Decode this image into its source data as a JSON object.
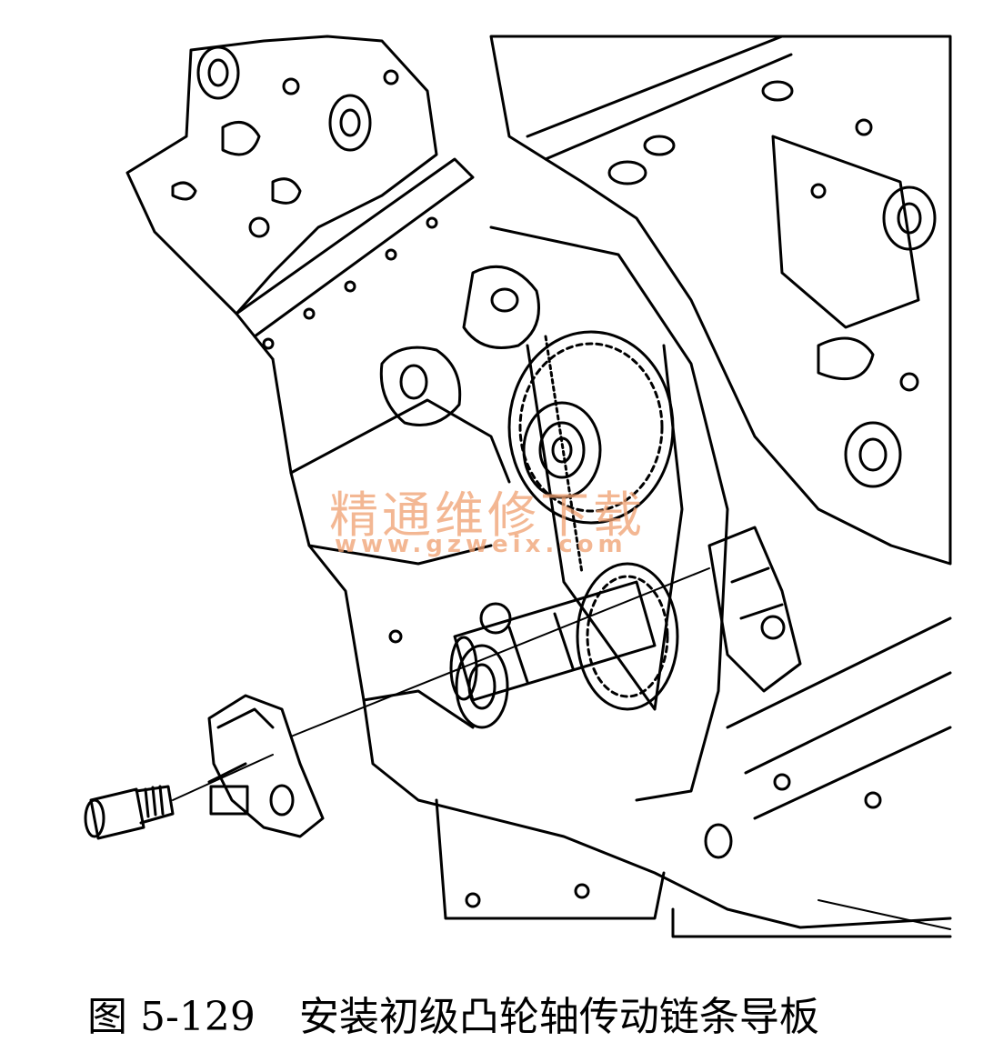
{
  "watermark": {
    "text_cn": "精通维修下载",
    "url": "www.gzweix.com"
  },
  "caption": {
    "figure_number": "图 5-129",
    "title": "安装初级凸轮轴传动链条导板"
  }
}
